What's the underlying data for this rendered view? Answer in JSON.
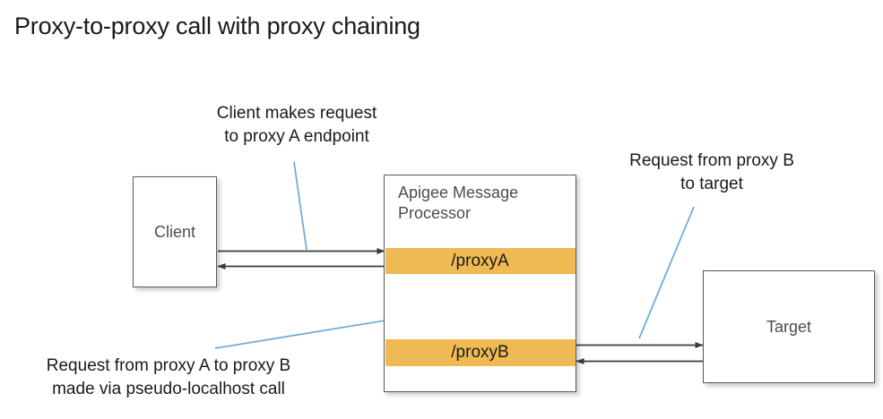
{
  "page": {
    "title": "Proxy-to-proxy call with proxy chaining"
  },
  "colors": {
    "proxy_band": "#efba54",
    "box_border": "#595959",
    "box_label_text": "#4d4d4d",
    "leader_line": "#6aa9dd",
    "arrow": "#3b3b3b",
    "background": "#ffffff",
    "title_text": "#1a1a1a"
  },
  "nodes": {
    "client": {
      "label": "Client"
    },
    "message_processor": {
      "label": "Apigee Message\nProcessor",
      "proxies": [
        {
          "label": "/proxyA"
        },
        {
          "label": "/proxyB"
        }
      ]
    },
    "target": {
      "label": "Target"
    }
  },
  "annotations": [
    {
      "id": "client-request",
      "text": "Client makes request\nto proxy A endpoint"
    },
    {
      "id": "target-request",
      "text": "Request from proxy B\nto target"
    },
    {
      "id": "proxy-chain",
      "text": "Request from proxy A to proxy B\nmade via pseudo-localhost call"
    }
  ],
  "flows": [
    {
      "from": "client",
      "to": "/proxyA",
      "direction": "right"
    },
    {
      "from": "/proxyA",
      "to": "client",
      "direction": "left"
    },
    {
      "from": "/proxyA",
      "to": "/proxyB",
      "direction": "down"
    },
    {
      "from": "/proxyB",
      "to": "/proxyA",
      "direction": "up"
    },
    {
      "from": "/proxyB",
      "to": "target",
      "direction": "right"
    },
    {
      "from": "target",
      "to": "/proxyB",
      "direction": "left"
    }
  ]
}
